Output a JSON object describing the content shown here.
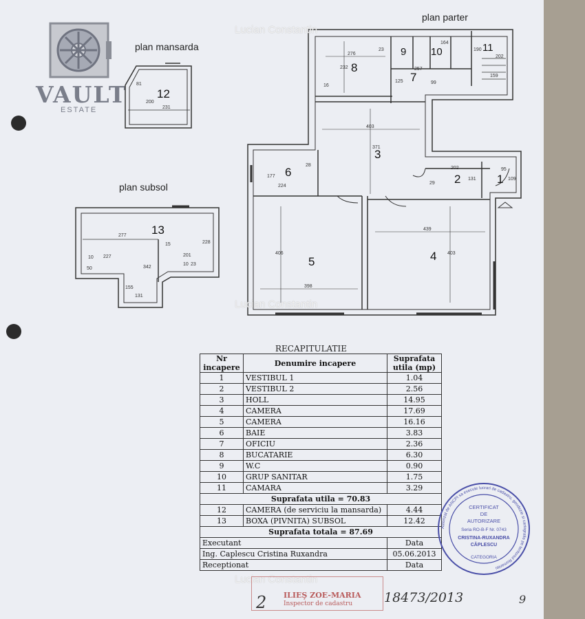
{
  "brand": {
    "name": "VAULT",
    "tagline": "ESTATE"
  },
  "watermark": "Lucian Constantin",
  "plans": {
    "mansarda": "plan mansarda",
    "subsol": "plan subsol",
    "parter": "plan parter"
  },
  "rooms": [
    "1",
    "2",
    "3",
    "4",
    "5",
    "6",
    "7",
    "8",
    "9",
    "10",
    "11",
    "12",
    "13"
  ],
  "dims": {
    "d12a": "81",
    "d12b": "200",
    "d12c": "231",
    "d13a": "277",
    "d13b": "15",
    "d13c": "228",
    "d13d": "227",
    "d13e": "342",
    "d13f": "201",
    "d13g": "10",
    "d13h": "23",
    "d13i": "155",
    "d13j": "131",
    "d13k": "50",
    "d13l": "10",
    "d8a": "276",
    "d8b": "232",
    "d8c": "16",
    "d9a": "23",
    "d7a": "125",
    "d7b": "257",
    "d7c": "99",
    "d10a": "164",
    "d11a": "190",
    "d11b": "202",
    "d11c": "159",
    "d3a": "403",
    "d3b": "371",
    "d6a": "177",
    "d6b": "224",
    "d6c": "28",
    "d2a": "202",
    "d2b": "131",
    "d2c": "29",
    "d1a": "95",
    "d1b": "109",
    "d4a": "439",
    "d4b": "403",
    "d5a": "406",
    "d5b": "398"
  },
  "recap": {
    "title": "RECAPITULATIE",
    "headers": {
      "nr": "Nr incapere",
      "name": "Denumire incapere",
      "area": "Suprafata utila (mp)"
    },
    "rows": [
      {
        "nr": "1",
        "name": "VESTIBUL 1",
        "area": "1.04"
      },
      {
        "nr": "2",
        "name": "VESTIBUL 2",
        "area": "2.56"
      },
      {
        "nr": "3",
        "name": "HOLL",
        "area": "14.95"
      },
      {
        "nr": "4",
        "name": "CAMERA",
        "area": "17.69"
      },
      {
        "nr": "5",
        "name": "CAMERA",
        "area": "16.16"
      },
      {
        "nr": "6",
        "name": "BAIE",
        "area": "3.83"
      },
      {
        "nr": "7",
        "name": "OFICIU",
        "area": "2.36"
      },
      {
        "nr": "8",
        "name": "BUCATARIE",
        "area": "6.30"
      },
      {
        "nr": "9",
        "name": "W.C",
        "area": "0.90"
      },
      {
        "nr": "10",
        "name": "GRUP SANITAR",
        "area": "1.75"
      },
      {
        "nr": "11",
        "name": "CAMARA",
        "area": "3.29"
      }
    ],
    "subtotal": "Suprafata utila = 70.83",
    "rows2": [
      {
        "nr": "12",
        "name": "CAMERA (de serviciu la mansarda)",
        "area": "4.44"
      },
      {
        "nr": "13",
        "name": "BOXA (PIVNITA) SUBSOL",
        "area": "12.42"
      }
    ],
    "total": "Suprafata totala = 87.69",
    "footer": [
      {
        "label": "Executant",
        "value": "Data"
      },
      {
        "label": "Ing. Caplescu Cristina Ruxandra",
        "value": "05.06.2013"
      },
      {
        "label": "Receptionat",
        "value": "Data"
      }
    ]
  },
  "stamp": {
    "line1": "CERTIFICAT",
    "line2": "DE",
    "line3": "AUTORIZARE",
    "line4": "Seria RO-B-F Nr. 0743",
    "line5": "CRISTINA-RUXANDRA",
    "line6": "CĂPLESCU",
    "line7": "CATEGORIA",
    "ring": "Autorizat de ANCPI sa execute lucrari de cadastru, geodezie si cartografie pe teritoriul Romaniei"
  },
  "inspector": {
    "name": "ILIEŞ ZOE-MARIA",
    "role": "Inspector de cadastru"
  },
  "handwriting": {
    "num": "2",
    "ref": "18473/2013",
    "page": "9"
  },
  "colors": {
    "paper": "#eceef3",
    "background": "#a79f92",
    "stamp": "#4a4fa8",
    "inspector": "#b85a5a"
  }
}
